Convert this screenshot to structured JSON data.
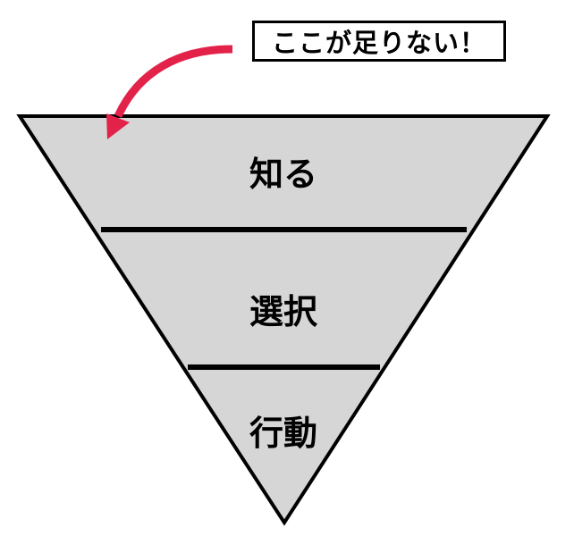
{
  "callout": {
    "text": "ここが足りない！"
  },
  "funnel": {
    "levels": [
      {
        "label": "知る"
      },
      {
        "label": "選択"
      },
      {
        "label": "行動"
      }
    ]
  },
  "colors": {
    "fill": "#d6d6d6",
    "arrow": "#e3224a",
    "stroke": "#000000"
  }
}
